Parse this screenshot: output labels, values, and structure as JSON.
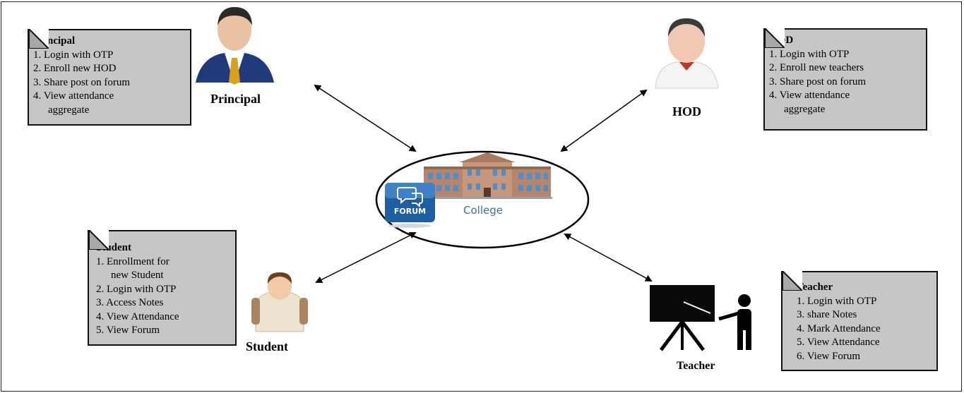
{
  "hub": {
    "label": "College",
    "forum_badge": "FORUM"
  },
  "roles": [
    {
      "id": "principal",
      "label": "Principal",
      "note_title": "Principal",
      "items": [
        "1. Login with OTP",
        "2. Enroll new HOD",
        "3. Share post on forum",
        "4. View attendance",
        "aggregate"
      ]
    },
    {
      "id": "hod",
      "label": "HOD",
      "note_title": "HOD",
      "items": [
        "1. Login with OTP",
        "2. Enroll new teachers",
        "3. Share post on forum",
        "4. View attendance",
        "aggregate"
      ]
    },
    {
      "id": "student",
      "label": "Student",
      "note_title": "Student",
      "items": [
        "1. Enrollment for",
        "new Student",
        "2. Login with OTP",
        "3. Access Notes",
        "4. View Attendance",
        "5. View Forum"
      ]
    },
    {
      "id": "teacher",
      "label": "Teacher",
      "note_title": "Teacher",
      "items": [
        "1. Login with OTP",
        "3. share  Notes",
        "4. Mark Attendance",
        "5. View Attendance",
        "6. View Forum"
      ]
    }
  ],
  "colors": {
    "note_fill": "#c6c6c6",
    "forum_badge": "#1e5fa3",
    "college_brick": "#b7866a"
  }
}
